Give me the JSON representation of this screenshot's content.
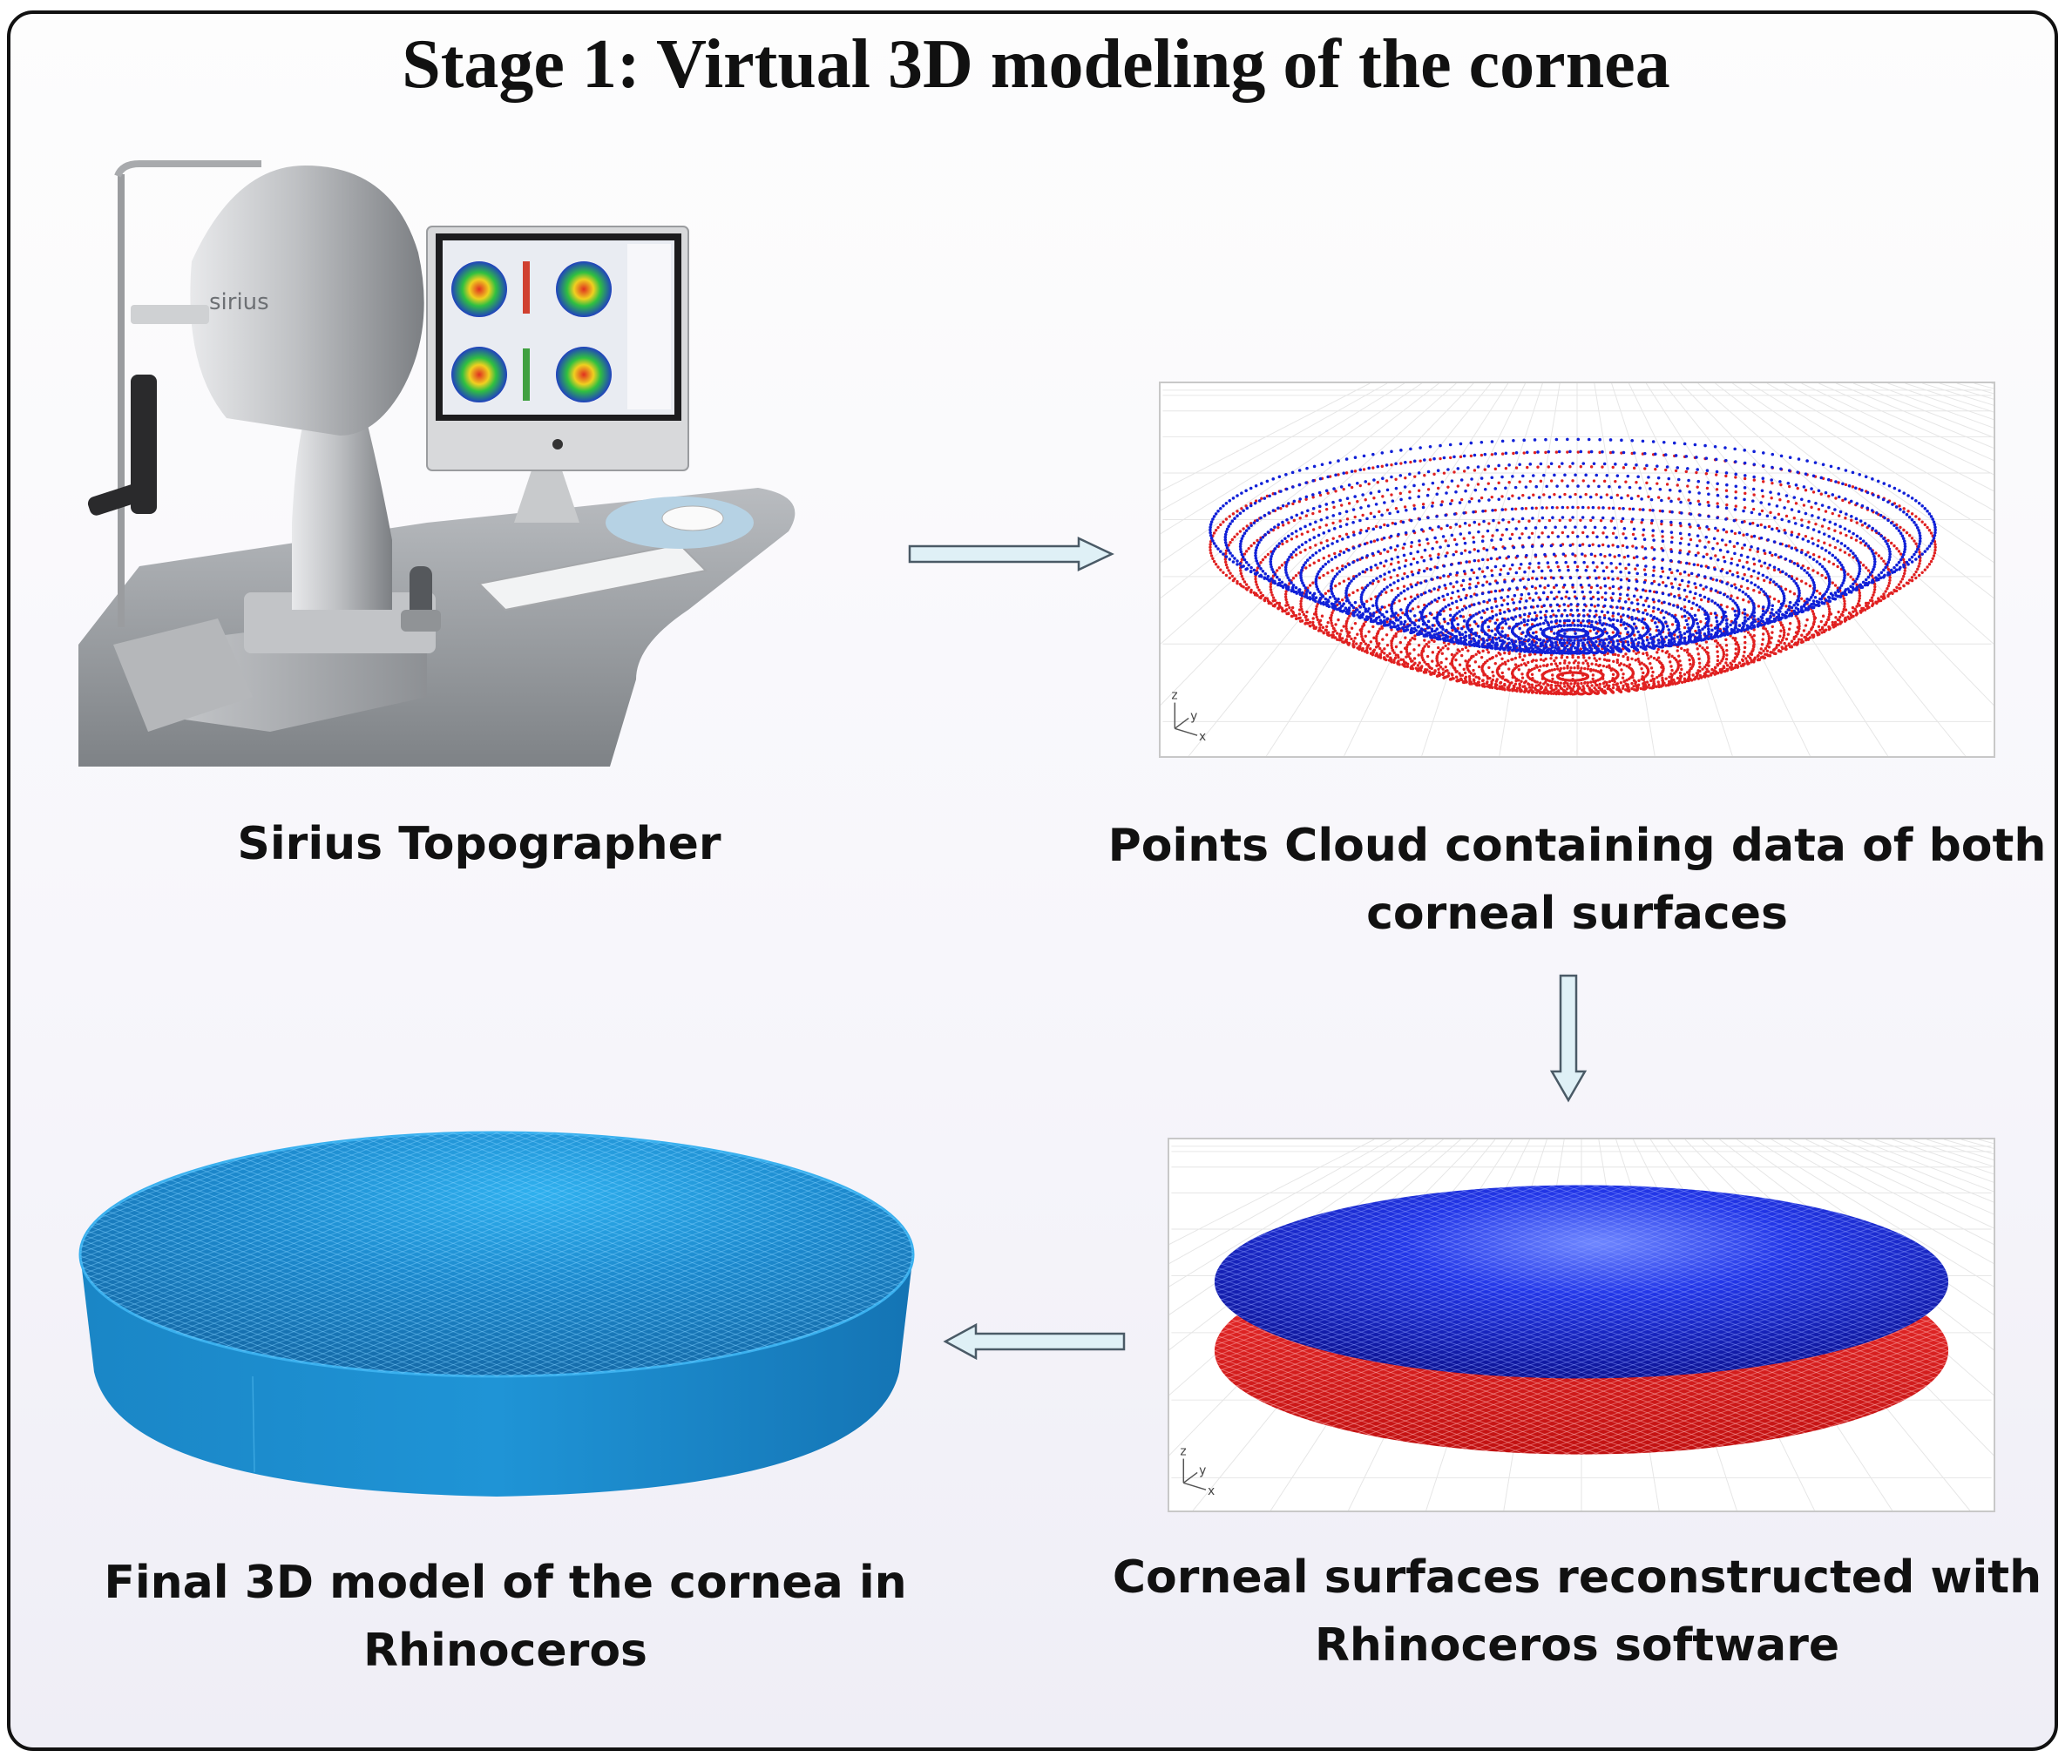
{
  "title": "Stage 1: Virtual 3D modeling of the cornea",
  "captions": {
    "topographer": "Sirius Topographer",
    "points_cloud_line1": "Points Cloud containing data of both",
    "points_cloud_line2": "corneal surfaces",
    "surfaces_line1": "Corneal surfaces reconstructed with",
    "surfaces_line2": "Rhinoceros software",
    "final_line1": "Final 3D model of the cornea in",
    "final_line2": "Rhinoceros"
  },
  "device_label": "sirius",
  "axis_labels": {
    "z": "z",
    "y": "y",
    "x": "x"
  },
  "colors": {
    "arrow_fill": "#dff0f6",
    "arrow_stroke": "#4a5a66",
    "posterior_red": "#e02020",
    "anterior_blue": "#1020d8",
    "model_blue": "#1a8fd0"
  },
  "flow": [
    "Sirius Topographer",
    "Points Cloud containing data of both corneal surfaces",
    "Corneal surfaces reconstructed with Rhinoceros software",
    "Final 3D model of the cornea in Rhinoceros"
  ]
}
